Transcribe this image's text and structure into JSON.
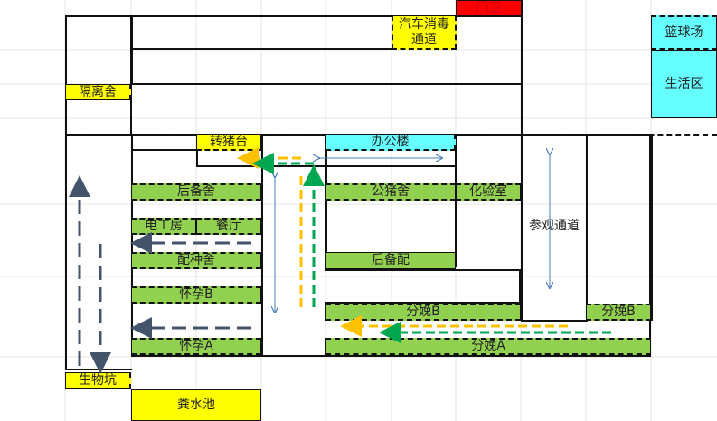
{
  "labels": {
    "gate": "门卫",
    "car_wash": "汽车消毒通道",
    "basketball": "篮球场",
    "living": "生活区",
    "isolation": "隔离舍",
    "transfer_platform": "转猪台",
    "office": "办公楼",
    "reserve_sow": "后备舍",
    "boar_house": "公猪舍",
    "lab": "化验室",
    "electric_room": "电工房",
    "canteen": "餐厅",
    "breeding_house": "配种舍",
    "reserve_mating": "后备配",
    "visit_corridor": "参观通道",
    "gestation_b": "怀孕B",
    "farrowing_b": "分娩B",
    "farrowing_b2": "分娩B",
    "gestation_a": "怀孕A",
    "farrowing_a": "分娩A",
    "bio_pit": "生物坑",
    "manure_pool": "粪水池"
  },
  "colors": {
    "yellow": "#ffff00",
    "green": "#92d050",
    "cyan": "#66ffff",
    "red": "#ff0000",
    "arrow_blue_dark": "#44546a",
    "arrow_blue_light": "#4a7ebb",
    "arrow_orange": "#ffc000",
    "arrow_green": "#00a650"
  }
}
